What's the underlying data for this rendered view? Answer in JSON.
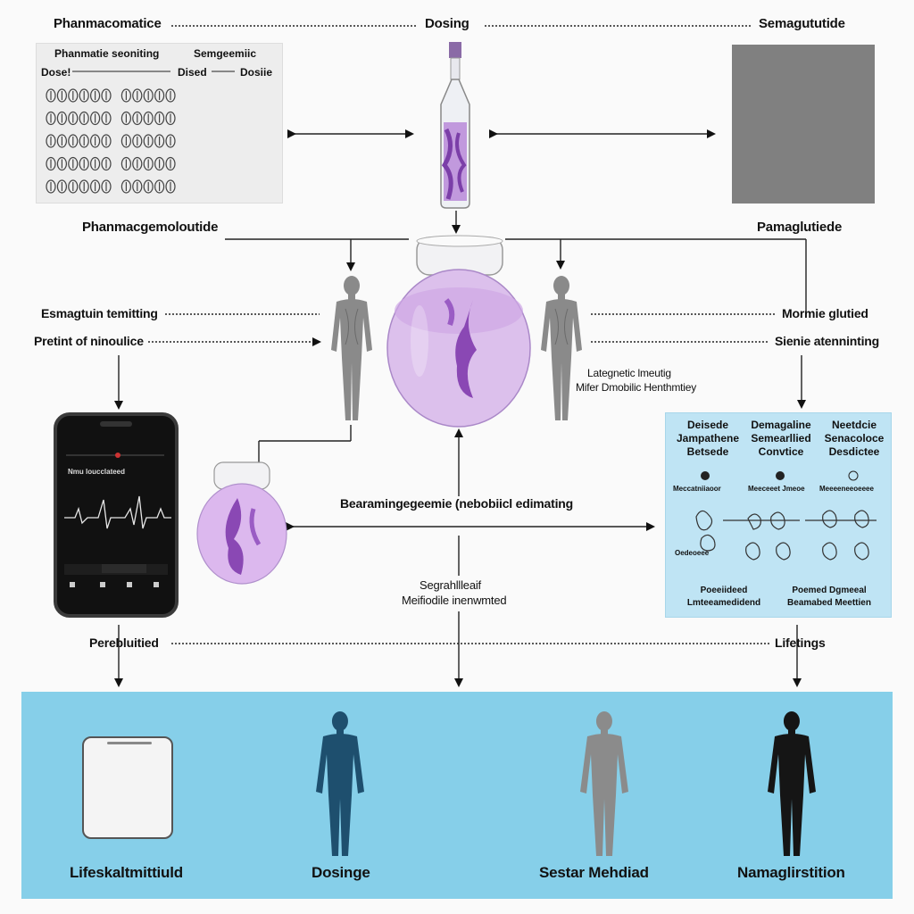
{
  "top": {
    "left_title": "Phanmacomatice",
    "center_title": "Dosing",
    "right_title": "Semagututide"
  },
  "doc_panel": {
    "heading_left": "Phanmatie seoniting",
    "heading_right": "Semgeemiic",
    "col_a": "Dose!",
    "col_b": "Dised",
    "col_c": "Dosiie"
  },
  "row2": {
    "left_label": "Phanmacgemoloutide",
    "right_label": "Pamaglutiede"
  },
  "mid_left": {
    "label1": "Esmagtuin temitting",
    "label2": "Pretint of ninoulice"
  },
  "mid_right": {
    "label1": "Mormie glutied",
    "label2": "Sienie atenninting"
  },
  "center_note": {
    "line1": "Lategnetic lmeutig",
    "line2": "Mifer Dmobilic Henthmtiey"
  },
  "phone": {
    "header": "Nmu loucclateed"
  },
  "info_panel": {
    "col1": "Deisede Jampathene Betsede",
    "col2": "Demagaline Semearllied Convtice",
    "col3": "Neetdcie Senacoloce Desdictee",
    "row_labels": [
      "Meccatniiaoor",
      "Meeceeet Jmeoe",
      "Meeeeneeoeeee"
    ],
    "sub_label": "Oedeoeee",
    "foot_left": "Poeeiideed Lmteeamedidend",
    "foot_right": "Poemed Dgmeeal Beamabed Meettien"
  },
  "center_flow": {
    "wide_label": "Bearamingegeemie (nebobiicl edimating",
    "lower1": "Segrahllleaif",
    "lower2": "Meifiodile inenwmted"
  },
  "row4": {
    "left_label": "Perebluitied",
    "right_label": "Lifetings"
  },
  "bottom": {
    "labels": [
      "Lifeskaltmittiuld",
      "Dosinge",
      "Sestar Mehdiad",
      "Namaglirstition"
    ],
    "colors": [
      "#f4f4f4",
      "#1e4f6e",
      "#8b8b8b",
      "#151515"
    ]
  },
  "colors": {
    "purple": "#b98ad8",
    "purple_dark": "#7b3fa8",
    "panel_blue": "#bfe4f4",
    "band_blue": "#86cfe9"
  }
}
